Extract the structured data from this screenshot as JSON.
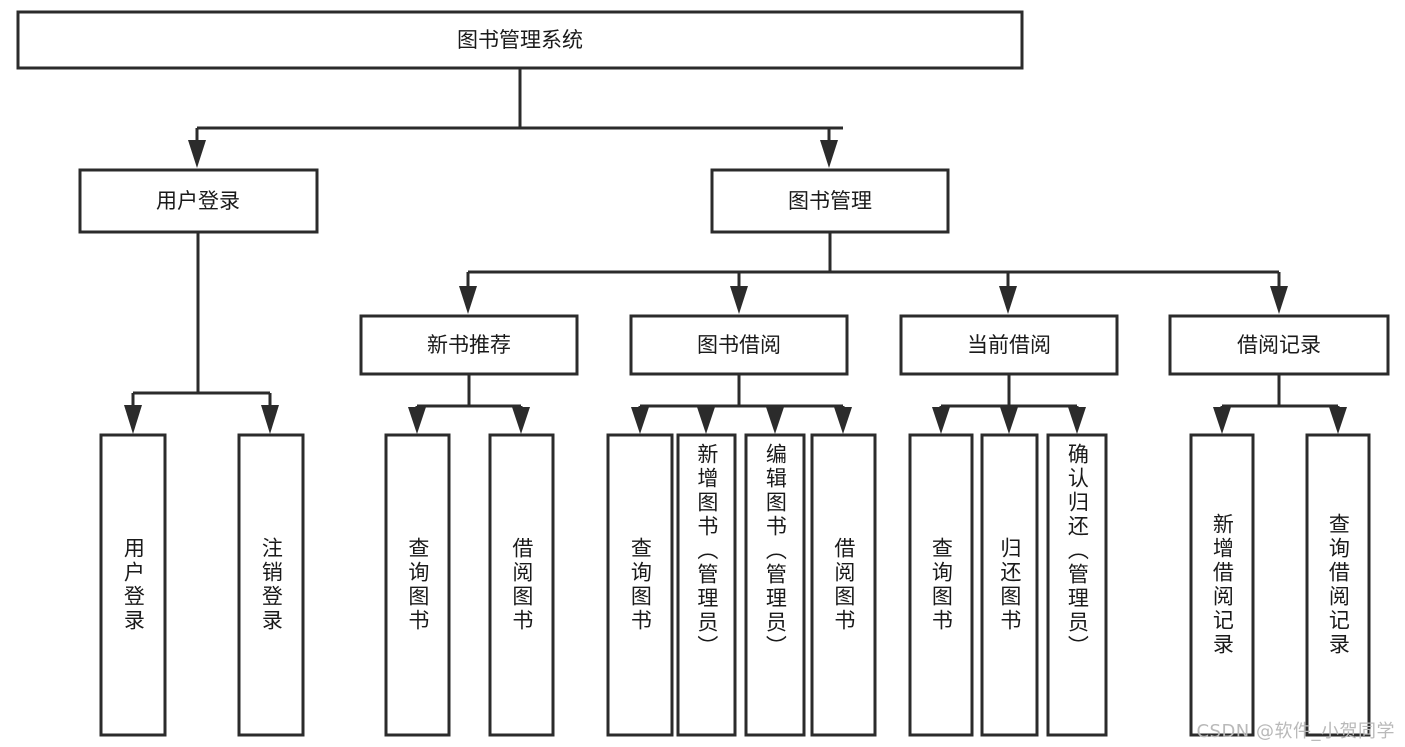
{
  "diagram": {
    "title": "图书管理系统",
    "type": "tree-hierarchy",
    "root": {
      "id": "root",
      "label": "图书管理系统",
      "orientation": "horizontal"
    },
    "level2": [
      {
        "id": "user-login",
        "label": "用户登录",
        "orientation": "horizontal"
      },
      {
        "id": "book-management",
        "label": "图书管理",
        "orientation": "horizontal"
      }
    ],
    "level3": [
      {
        "id": "new-book-recommend",
        "label": "新书推荐",
        "orientation": "horizontal",
        "parent": "book-management"
      },
      {
        "id": "book-borrow",
        "label": "图书借阅",
        "orientation": "horizontal",
        "parent": "book-management"
      },
      {
        "id": "current-borrow",
        "label": "当前借阅",
        "orientation": "horizontal",
        "parent": "book-management"
      },
      {
        "id": "borrow-record",
        "label": "借阅记录",
        "orientation": "horizontal",
        "parent": "book-management"
      }
    ],
    "leaves": [
      {
        "id": "leaf-user-login",
        "label": "用户登录",
        "parent": "user-login",
        "orientation": "vertical"
      },
      {
        "id": "leaf-user-logout",
        "label": "注销登录",
        "parent": "user-login",
        "orientation": "vertical"
      },
      {
        "id": "leaf-query-book-1",
        "label": "查询图书",
        "parent": "new-book-recommend",
        "orientation": "vertical"
      },
      {
        "id": "leaf-borrow-book-1",
        "label": "借阅图书",
        "parent": "new-book-recommend",
        "orientation": "vertical"
      },
      {
        "id": "leaf-query-book-2",
        "label": "查询图书",
        "parent": "book-borrow",
        "orientation": "vertical"
      },
      {
        "id": "leaf-add-book",
        "label": "新增图书（管理员）",
        "parent": "book-borrow",
        "orientation": "vertical"
      },
      {
        "id": "leaf-edit-book",
        "label": "编辑图书（管理员）",
        "parent": "book-borrow",
        "orientation": "vertical"
      },
      {
        "id": "leaf-borrow-book-2",
        "label": "借阅图书",
        "parent": "book-borrow",
        "orientation": "vertical"
      },
      {
        "id": "leaf-query-book-3",
        "label": "查询图书",
        "parent": "current-borrow",
        "orientation": "vertical"
      },
      {
        "id": "leaf-return-book",
        "label": "归还图书",
        "parent": "current-borrow",
        "orientation": "vertical"
      },
      {
        "id": "leaf-confirm-return",
        "label": "确认归还（管理员）",
        "parent": "current-borrow",
        "orientation": "vertical"
      },
      {
        "id": "leaf-add-record",
        "label": "新增借阅记录",
        "parent": "borrow-record",
        "orientation": "vertical"
      },
      {
        "id": "leaf-query-record",
        "label": "查询借阅记录",
        "parent": "borrow-record",
        "orientation": "vertical"
      }
    ],
    "watermark": "CSDN @软件_小贺同学",
    "colors": {
      "stroke": "#2b2b2b",
      "fill": "#ffffff",
      "text": "#1a1a1a",
      "watermark": "#b9b9b9"
    }
  }
}
